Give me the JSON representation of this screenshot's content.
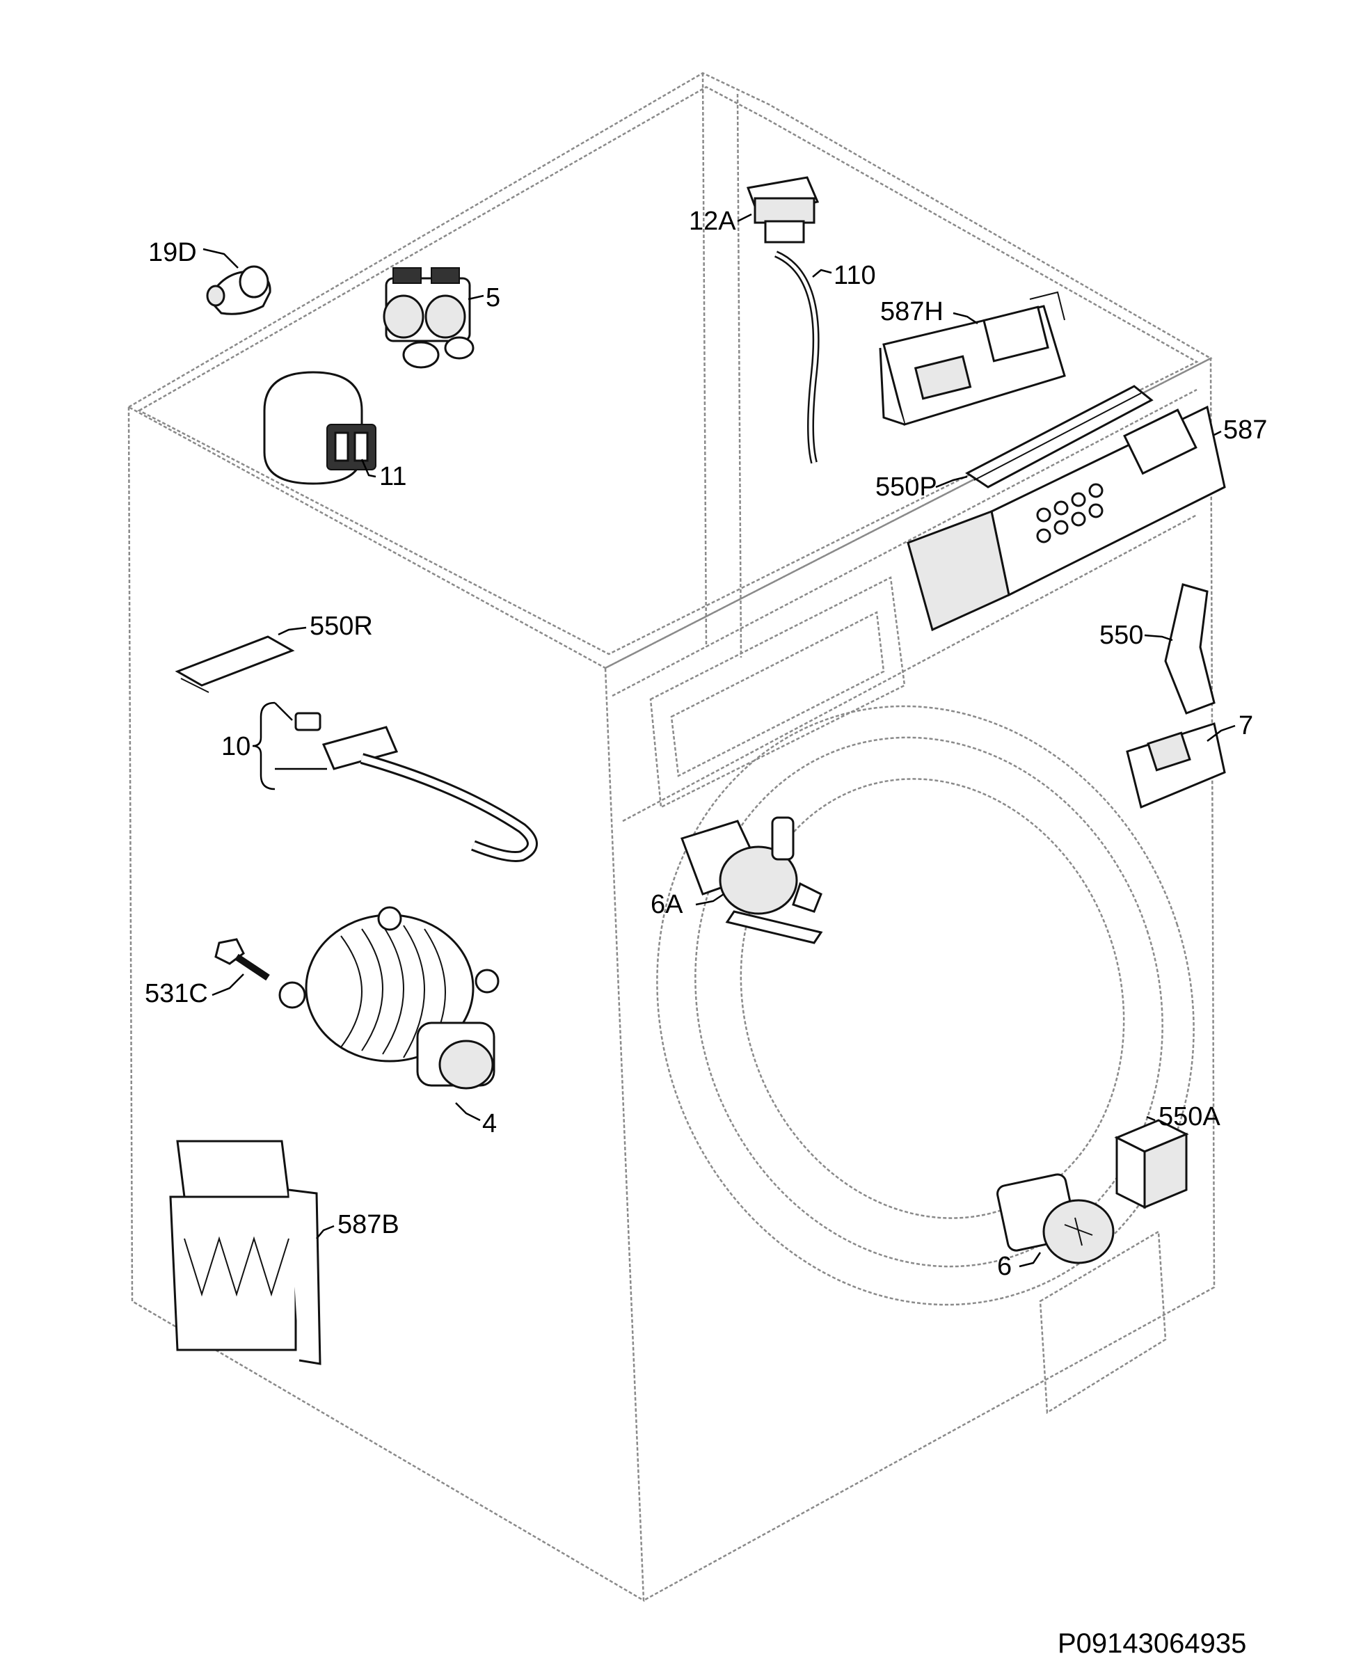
{
  "labels": {
    "19D": "19D",
    "5": "5",
    "11": "11",
    "12A": "12A",
    "110": "110",
    "587H": "587H",
    "587": "587",
    "550P": "550P",
    "550R": "550R",
    "10": "10",
    "550": "550",
    "7": "7",
    "6A": "6A",
    "531C": "531C",
    "4": "4",
    "587B": "587B",
    "550A": "550A",
    "6": "6"
  },
  "diagram_code": "P09143064935"
}
